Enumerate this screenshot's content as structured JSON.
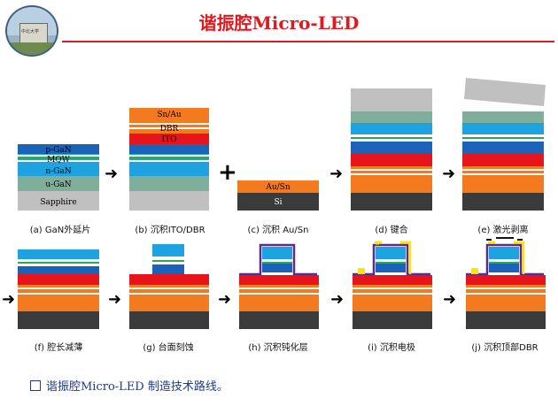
{
  "title": "谐振腔Micro-LED",
  "logo_text": "中北大学",
  "layer_labels": {
    "p_gan": "p-GaN",
    "mqw": "MQW",
    "n_gan": "n-GaN",
    "u_gan": "u-GaN",
    "sapphire": "Sapphire",
    "sn_au": "Sn/Au",
    "dbr": "DBR",
    "ito": "ITO",
    "au_sn": "Au/Sn",
    "si": "Si"
  },
  "captions": {
    "a": "(a) GaN外延片",
    "b": "(b) 沉积ITO/DBR",
    "c": "(c) 沉积 Au/Sn",
    "d": "(d) 键合",
    "e": "(e) 激光剥离",
    "f": "(f) 腔长减薄",
    "g": "(g) 台面刻蚀",
    "h": "(h) 沉积钝化层",
    "i": "(i) 沉积电极",
    "j": "(j)  沉积顶部DBR"
  },
  "symbols": {
    "arrow": "➜",
    "plus": "+"
  },
  "footer": {
    "text": "谐振腔Micro-LED 制造技术路线。"
  },
  "colors": {
    "title": "#e0191f",
    "sapphire": "#c0c0c0",
    "u_gan": "#7fae9a",
    "n_gan": "#1fa3e0",
    "mqw_green": "#2fa84a",
    "p_gan": "#1a63b8",
    "ito": "#e8141c",
    "dbr_orange": "#f47a20",
    "sn_au": "#f47a20",
    "si": "#3b3b3b",
    "passivation": "#5a2d8a",
    "electrode": "#ffe600",
    "footer_text": "#1f3c8a"
  }
}
